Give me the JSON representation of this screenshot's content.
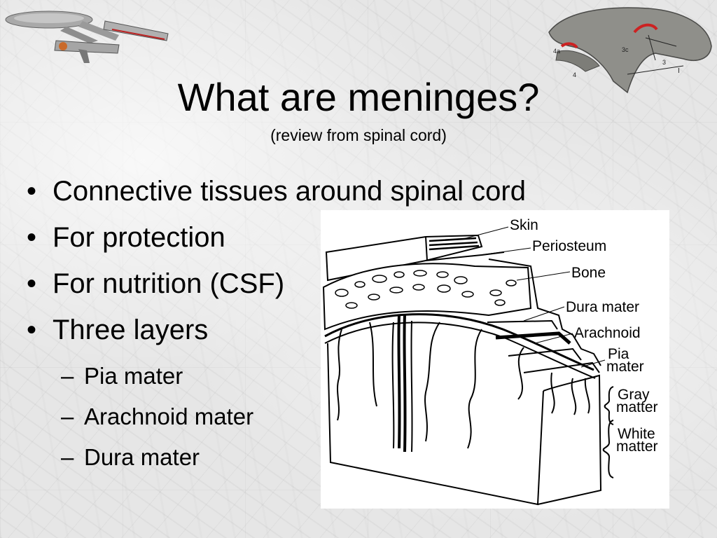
{
  "slide": {
    "title": "What are meninges?",
    "subtitle": "(review from spinal cord)",
    "bullets": [
      "Connective tissues around spinal cord",
      "For protection",
      "For nutrition (CSF)",
      "Three layers"
    ],
    "sub_bullets": [
      "Pia mater",
      "Arachnoid mater",
      "Dura mater"
    ],
    "bullet_marker": "•",
    "sub_bullet_marker": "–"
  },
  "figure": {
    "labels": {
      "skin": "Skin",
      "periosteum": "Periosteum",
      "bone": "Bone",
      "dura": "Dura mater",
      "arachnoid": "Arachnoid",
      "pia_1": "Pia",
      "pia_2": "mater",
      "gray_1": "Gray",
      "gray_2": "matter",
      "white_1": "White",
      "white_2": "matter"
    }
  },
  "decor": {
    "skull_labels": [
      "4a",
      "3c",
      "3",
      "I",
      "4"
    ]
  }
}
